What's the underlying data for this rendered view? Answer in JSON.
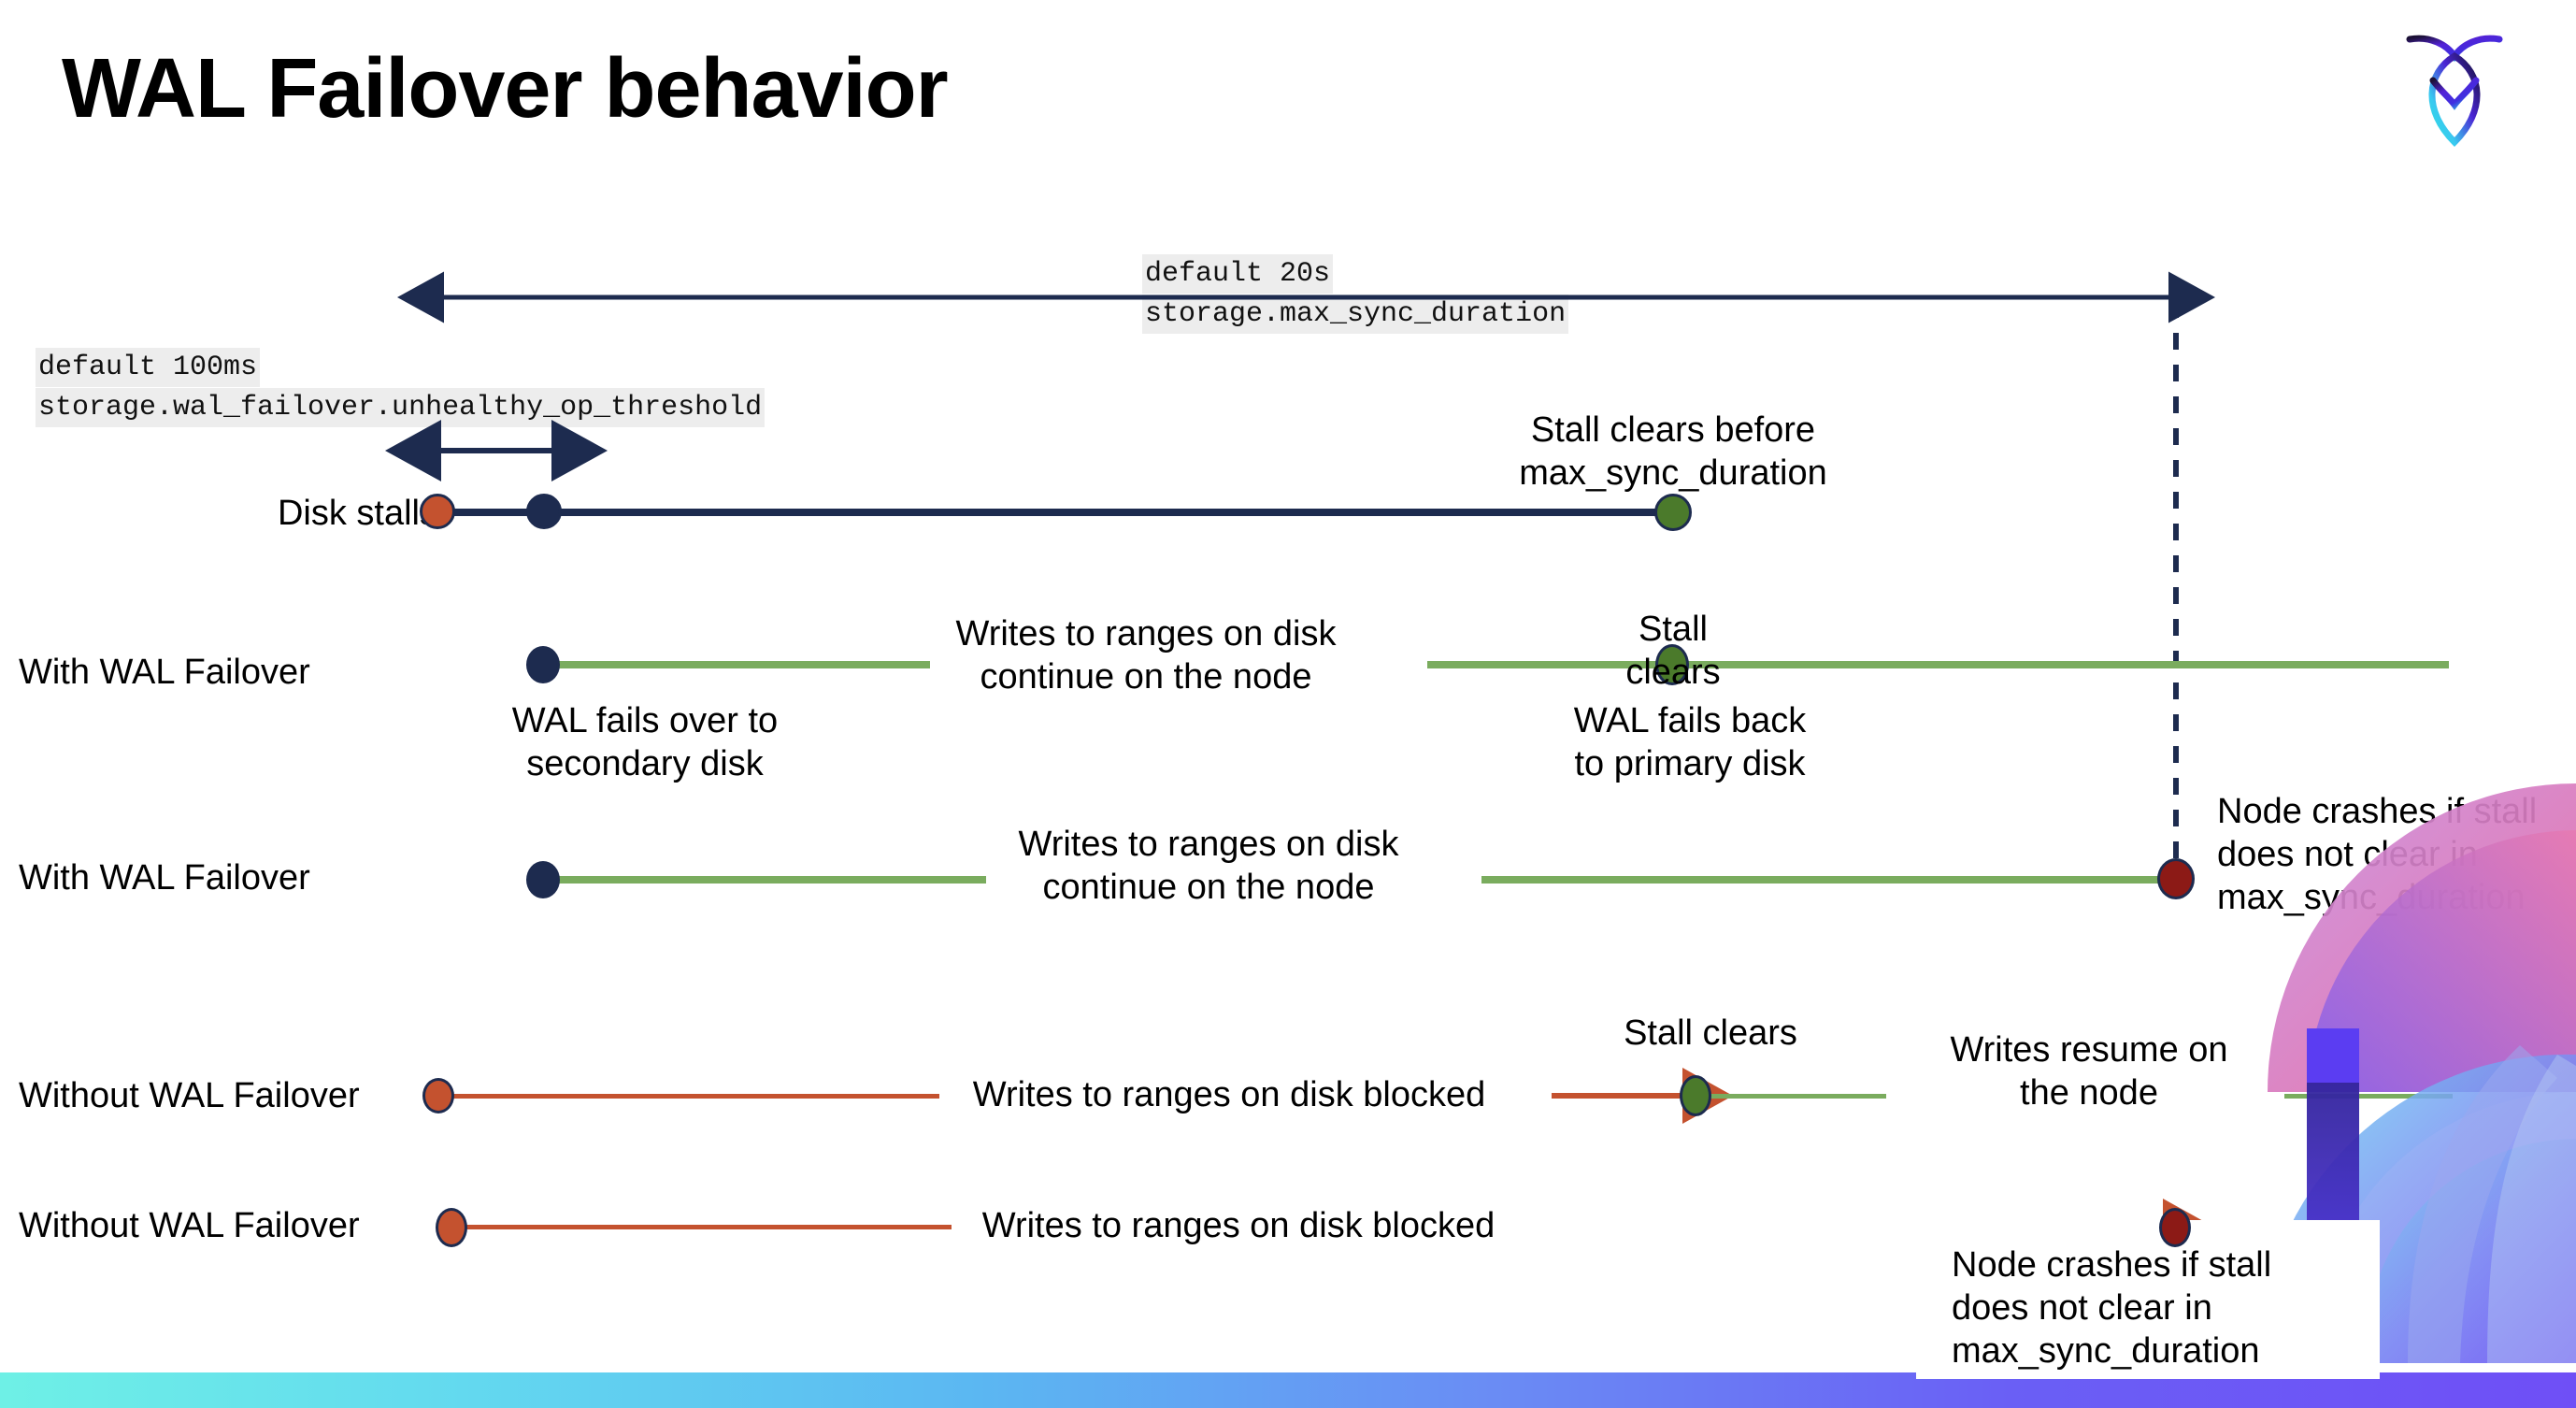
{
  "slide": {
    "title": "WAL Failover behavior",
    "logo_name": "cockroachdb-logo",
    "background_color": "#ffffff",
    "bottom_bar_colors": [
      "#6ef0e6",
      "#6f4ff6"
    ]
  },
  "settings": {
    "max_sync_duration": {
      "default_line": "default 20s",
      "setting_line": "storage.max_sync_duration"
    },
    "unhealthy_op_threshold": {
      "default_line": "default 100ms",
      "setting_line": "storage.wal_failover.unhealthy_op_threshold"
    }
  },
  "colors": {
    "navy": "#1d2b4f",
    "green_line": "#7aac5e",
    "green_dot": "#4b7a2b",
    "orange": "#c4522f",
    "dark_red": "#8c1a16",
    "code_bg": "#ededed"
  },
  "rows": [
    {
      "id": "disk-stalls",
      "label": "Disk stalls",
      "annotations": [
        {
          "id": "stall-clears-before",
          "text": "Stall clears before\nmax_sync_duration"
        }
      ],
      "markers": [
        {
          "id": "stall-start",
          "color": "orange"
        },
        {
          "id": "failover-point",
          "color": "navy"
        },
        {
          "id": "stall-clear",
          "color": "green"
        }
      ]
    },
    {
      "id": "with-wal-failover-1",
      "label": "With WAL Failover",
      "annotations": [
        {
          "id": "wal-fails-over",
          "text": "WAL fails over to\nsecondary disk"
        },
        {
          "id": "writes-continue-1",
          "text": "Writes to ranges on disk\ncontinue on the node"
        },
        {
          "id": "stall-clears-1",
          "text": "Stall clears"
        },
        {
          "id": "wal-fails-back",
          "text": "WAL fails  back\nto primary disk"
        }
      ],
      "markers": [
        {
          "id": "failover-point",
          "color": "navy"
        },
        {
          "id": "stall-clear",
          "color": "green"
        }
      ]
    },
    {
      "id": "with-wal-failover-2",
      "label": "With WAL Failover",
      "annotations": [
        {
          "id": "writes-continue-2",
          "text": "Writes to ranges on disk\ncontinue on the node"
        },
        {
          "id": "node-crashes-1",
          "text": "Node crashes if stall\ndoes not clear in\nmax_sync_duration"
        }
      ],
      "markers": [
        {
          "id": "failover-point",
          "color": "navy"
        },
        {
          "id": "node-crash",
          "color": "dark_red"
        }
      ]
    },
    {
      "id": "without-wal-failover-1",
      "label": "Without WAL Failover",
      "annotations": [
        {
          "id": "writes-blocked-1",
          "text": "Writes to ranges on disk  blocked"
        },
        {
          "id": "stall-clears-2",
          "text": "Stall clears"
        },
        {
          "id": "writes-resume",
          "text": "Writes resume on\nthe node"
        }
      ],
      "markers": [
        {
          "id": "stall-start",
          "color": "orange"
        },
        {
          "id": "stall-clear",
          "color": "green"
        }
      ]
    },
    {
      "id": "without-wal-failover-2",
      "label": "Without WAL Failover",
      "annotations": [
        {
          "id": "writes-blocked-2",
          "text": "Writes to ranges on disk  blocked"
        },
        {
          "id": "node-crashes-2",
          "text": "Node crashes if stall\ndoes not clear in\nmax_sync_duration"
        }
      ],
      "markers": [
        {
          "id": "stall-start",
          "color": "orange"
        },
        {
          "id": "node-crash",
          "color": "dark_red"
        }
      ]
    }
  ]
}
